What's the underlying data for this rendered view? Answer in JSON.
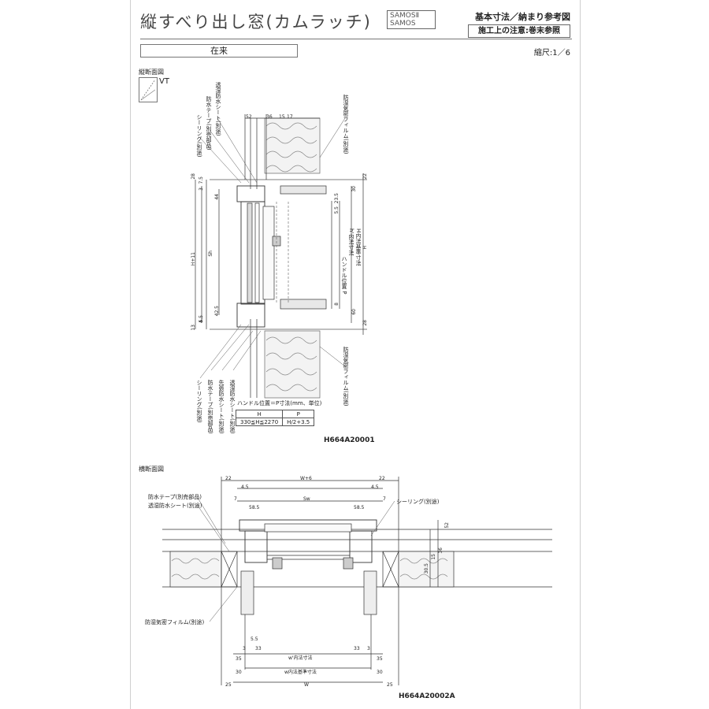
{
  "header": {
    "title": "縦すべり出し窓(カムラッチ)",
    "series_line1": "SAMOSⅡ",
    "series_line2": "SAMOS",
    "ref_title": "基本寸法／納まり参考図",
    "notice": "施工上の注意:巻末参照",
    "type": "在来",
    "scale": "縮尺:1／6"
  },
  "vertical_section": {
    "label": "縦断面図",
    "window_code": "VT",
    "top_notes": [
      "シーリング(別途)",
      "防水テープ(別売部品)",
      "透湿防水シート(別途)"
    ],
    "film_note_top": "防湿気密フィルム(別途)",
    "film_note_bottom": "防湿気密フィルム(別途)",
    "bottom_notes": [
      "シーリング(別途)",
      "防水テープ(別売部品)",
      "先張防水シート(別途)",
      "透湿防水シート(別途)"
    ],
    "top_dims": [
      "52",
      "36",
      "15",
      "17"
    ],
    "left_dims": [
      "28",
      "7.5",
      "3",
      "44",
      "Sh",
      "H+11",
      "42.5",
      "5.5",
      "4",
      "13"
    ],
    "right_dims": [
      "22",
      "30",
      "23.5",
      "5.5",
      "H",
      "H内法基準寸法",
      "h'内法寸法",
      "ハンドル位置 P",
      "60",
      "28",
      "8"
    ],
    "handle_table": {
      "caption": "ハンドル位置＝P寸法(mm、単位)",
      "headers": [
        "H",
        "P"
      ],
      "rows": [
        [
          "330≦H≦2270",
          "H/2+3.5"
        ]
      ]
    },
    "drawing_code": "H664A20001"
  },
  "horizontal_section": {
    "label": "横断面図",
    "left_notes": [
      "防水テープ(別売部品)",
      "透湿防水シート(別途)"
    ],
    "right_note": "シーリング(別途)",
    "film_note": "防湿気密フィルム(別途)",
    "top_dims": [
      "22",
      "W+6",
      "22",
      "4.5",
      "4.5",
      "Sw",
      "7",
      "7",
      "58.5",
      "58.5"
    ],
    "right_dims": [
      "52",
      "36",
      "30.5",
      "15"
    ],
    "bottom_dims": [
      "5.5",
      "3",
      "33",
      "33",
      "3",
      "35",
      "w'内法寸法",
      "35",
      "30",
      "w内法基準寸法",
      "30",
      "25",
      "W",
      "25"
    ],
    "drawing_code": "H664A20002A"
  }
}
